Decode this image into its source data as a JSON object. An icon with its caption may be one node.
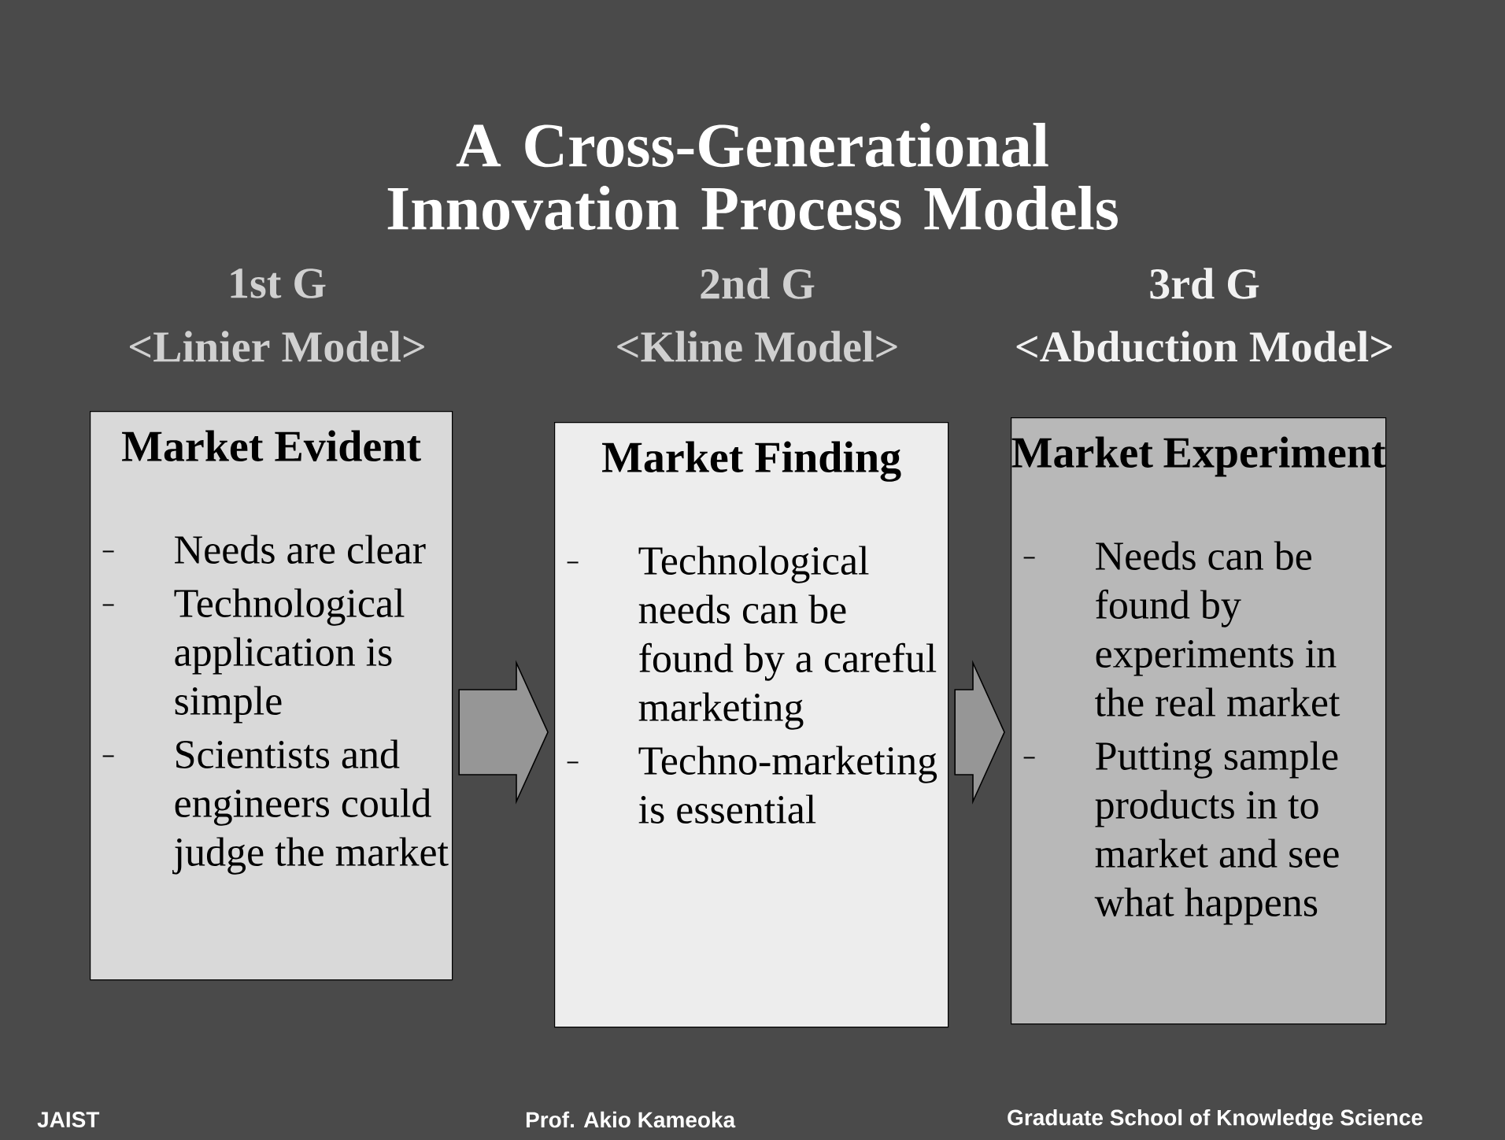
{
  "diagram": {
    "title": "A Cross-Generational Innovation Process Models",
    "nodes": [
      {
        "text": [
          "Market Evident",
          "Needs are clear",
          "Technological application is simple",
          "Scientists and engineers could judge the market"
        ],
        "beside": [
          "1st G",
          "<Linier Model>"
        ]
      },
      {
        "text": [
          "Market Finding",
          "Technological needs can be found by a careful marketing",
          "Techno-marketing is essential"
        ],
        "beside": [
          "2nd G",
          "<Kline Model>"
        ]
      },
      {
        "text": [
          "Market Experiment",
          "Needs can be found by experiments in the real market",
          "Putting sample products in to market and see what happens"
        ],
        "beside": [
          "3rd G",
          "<Abduction Model>"
        ]
      }
    ],
    "edges": [
      {
        "from": 0,
        "to": 1,
        "arrow": "to"
      },
      {
        "from": 1,
        "to": 2,
        "arrow": "to"
      }
    ],
    "labels": [
      "JAIST",
      "Prof. Akio Kameoka",
      "Graduate School of Knowledge Science"
    ]
  }
}
